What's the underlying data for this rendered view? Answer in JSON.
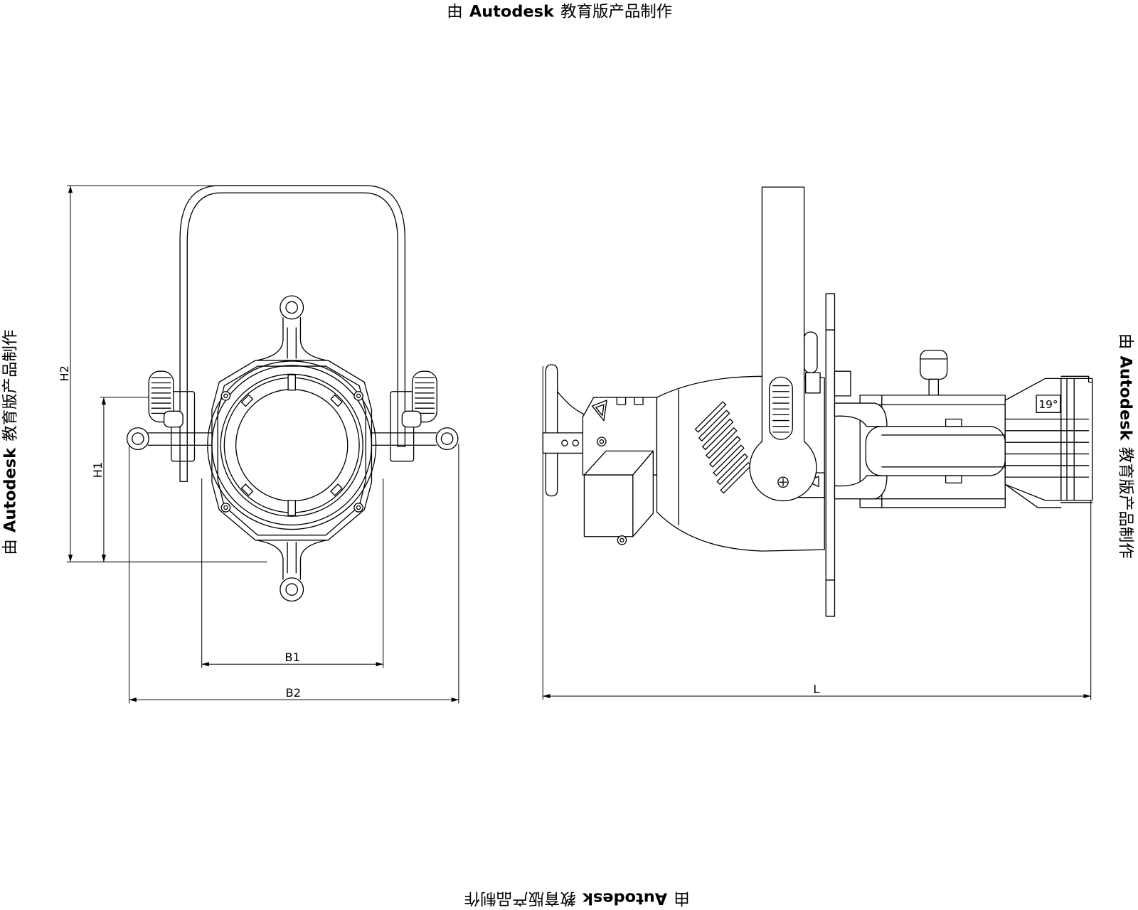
{
  "watermark": {
    "prefix": "由",
    "brand": "Autodesk",
    "suffix": "教育版产品制作"
  },
  "front_view": {
    "dimensions": {
      "h2": "H2",
      "h1": "H1",
      "b1": "B1",
      "b2": "B2"
    }
  },
  "side_view": {
    "dimensions": {
      "l": "L"
    },
    "beam_angle": "19°"
  },
  "colors": {
    "line": "#000000",
    "background": "#ffffff"
  }
}
